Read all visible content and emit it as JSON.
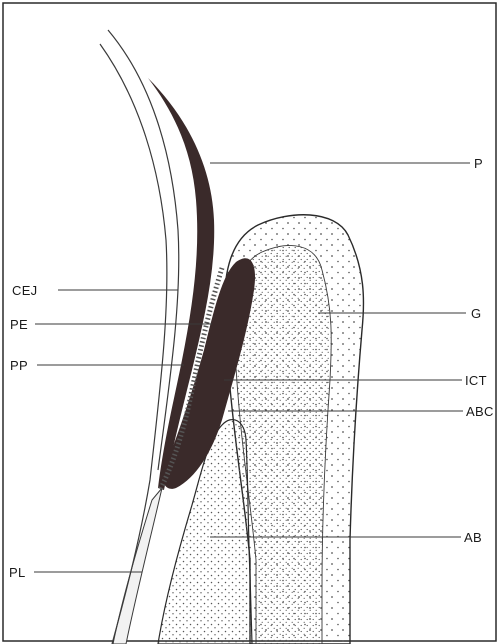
{
  "labels": {
    "p": "P",
    "cej": "CEJ",
    "g": "G",
    "pe": "PE",
    "pp": "PP",
    "ict": "ICT",
    "abc": "ABC",
    "ab": "AB",
    "pl": "PL"
  },
  "colors": {
    "background": "#ffffff",
    "frame": "#2a2a2a",
    "tooth_line": "#3a3a3a",
    "dark_tissue": "#3a2a2a",
    "leader": "#3a3a3a",
    "stipple": "#555555"
  }
}
